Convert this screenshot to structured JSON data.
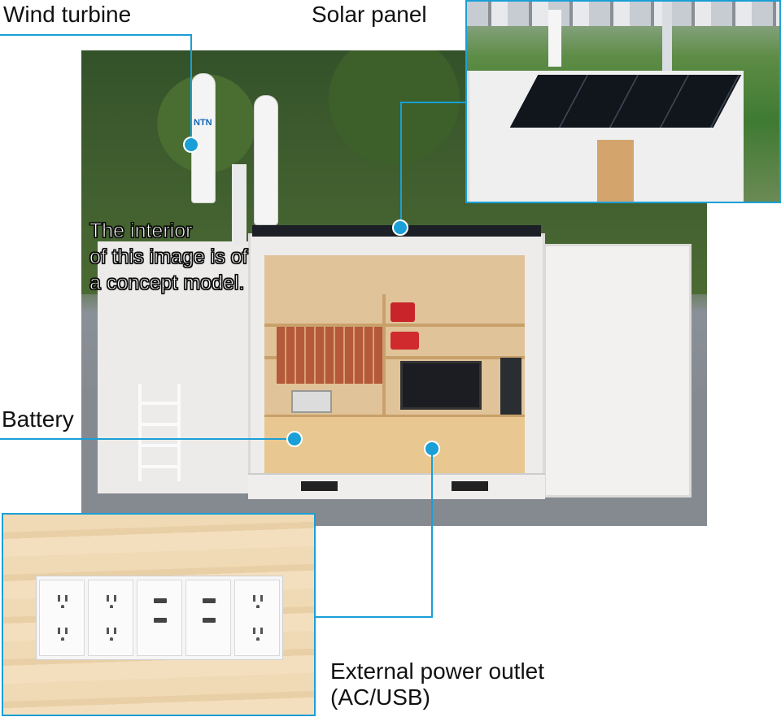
{
  "labels": {
    "wind_turbine": "Wind turbine",
    "solar_panel": "Solar panel",
    "battery": "Battery",
    "outlet_line1": "External power outlet",
    "outlet_line2": "(AC/USB)"
  },
  "caption": {
    "line1": "The interior",
    "line2": "of this image is of",
    "line3": "a concept model."
  },
  "turbine_logo": "NTN",
  "colors": {
    "accent": "#1a9fd6",
    "text": "#111111"
  }
}
